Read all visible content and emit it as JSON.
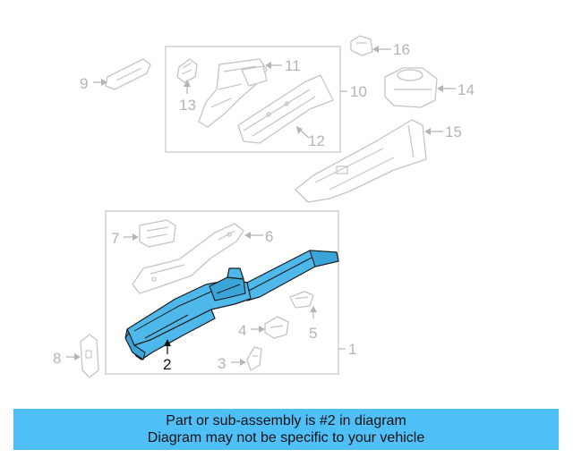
{
  "callouts": {
    "c1": "1",
    "c2": "2",
    "c3": "3",
    "c4": "4",
    "c5": "5",
    "c6": "6",
    "c7": "7",
    "c8": "8",
    "c9": "9",
    "c10": "10",
    "c11": "11",
    "c12": "12",
    "c13": "13",
    "c14": "14",
    "c15": "15",
    "c16": "16"
  },
  "highlighted_part": "2",
  "banner": {
    "line1": "Part or sub-assembly is #2 in diagram",
    "line2": "Diagram may not be specific to your vehicle"
  },
  "colors": {
    "highlight": "#4fb8ea",
    "banner": "#4fbff7",
    "linework": "#c4c4c4"
  }
}
